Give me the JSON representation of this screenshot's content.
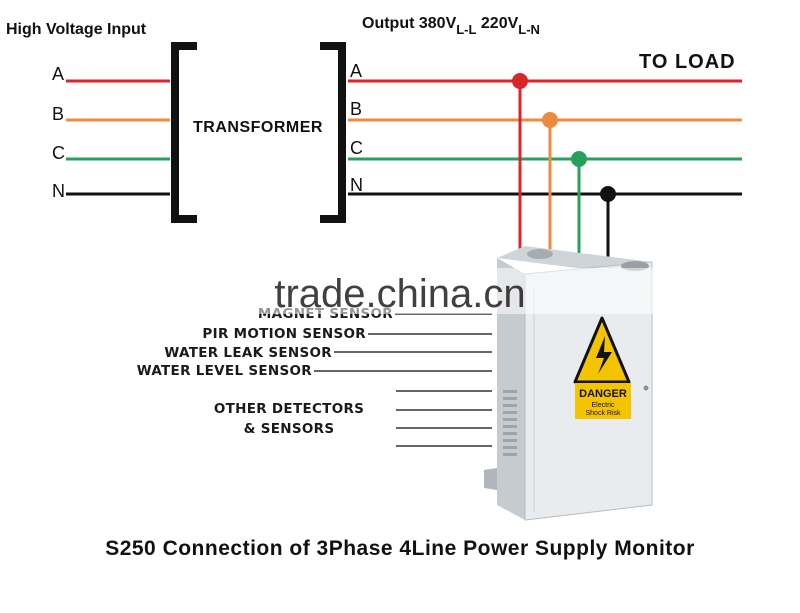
{
  "header": {
    "input_label": "High Voltage Input",
    "output_label": "Output 380V",
    "output_ll_sub": "L-L",
    "output_220": " 220V",
    "output_ln_sub": "L-N",
    "to_load": "TO LOAD"
  },
  "input_phases": [
    "A",
    "B",
    "C",
    "N"
  ],
  "output_phases": [
    "A",
    "B",
    "C",
    "N"
  ],
  "transformer_label": "TRANSFORMER",
  "colors": {
    "phase_a": "#d9262b",
    "phase_b": "#ef8a3c",
    "phase_c": "#27a05a",
    "neutral": "#111111",
    "danger_yellow": "#f4c400",
    "box": "#e9ecee"
  },
  "sensors": [
    "MAGNET SENSOR",
    "PIR MOTION SENSOR",
    "WATER LEAK SENSOR",
    "WATER LEVEL SENSOR"
  ],
  "other_detectors": [
    "OTHER DETECTORS",
    "& SENSORS"
  ],
  "danger": {
    "title": "DANGER",
    "line1": "Electric",
    "line2": "Shock Risk"
  },
  "watermark": "trade.china.cn",
  "footer_title": "S250 Connection of 3Phase 4Line Power Supply Monitor"
}
